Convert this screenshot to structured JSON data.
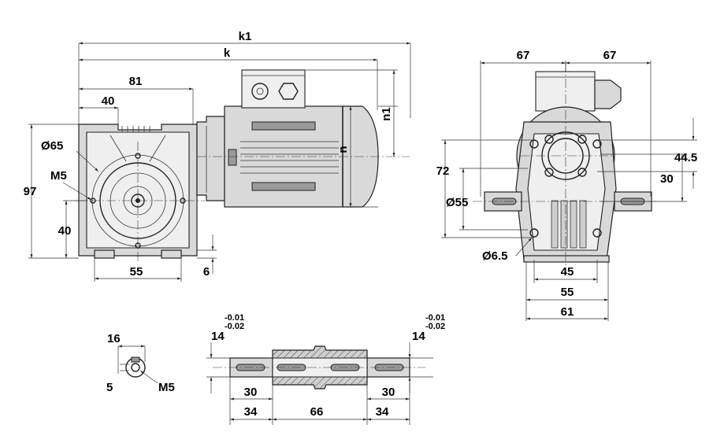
{
  "front_view": {
    "k1": "k1",
    "k": "k",
    "d81": "81",
    "d40_top": "40",
    "d97": "97",
    "phi65": "Ø65",
    "m5": "M5",
    "d40_left": "40",
    "d55": "55",
    "d6": "6",
    "n": "n",
    "n1": "n1"
  },
  "side_view": {
    "d67_left": "67",
    "d67_right": "67",
    "d72": "72",
    "phi55": "Ø55",
    "d44_5": "44.5",
    "d30": "30",
    "phi6_5": "Ø6.5",
    "d45": "45",
    "d55": "55",
    "d61": "61"
  },
  "shaft_detail": {
    "d16": "16",
    "d5": "5",
    "m5": "M5"
  },
  "hollow_shaft": {
    "d14_left": "14",
    "tol_left_upper": "-0.01",
    "tol_left_lower": "-0.02",
    "d14_right": "14",
    "tol_right_upper": "-0.01",
    "tol_right_lower": "-0.02",
    "d30_left": "30",
    "d30_right": "30",
    "d34_left": "34",
    "d66": "66",
    "d34_right": "34"
  },
  "colors": {
    "body_grey": "#d9d9d9",
    "line": "#222222"
  }
}
